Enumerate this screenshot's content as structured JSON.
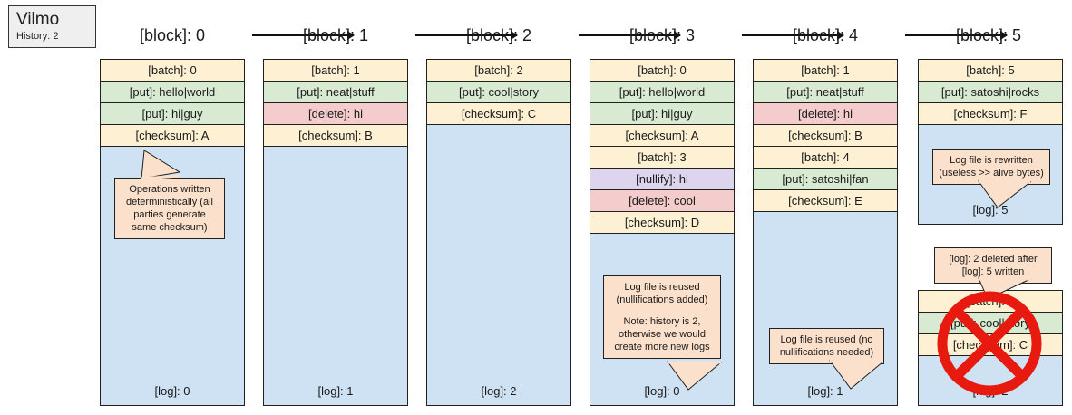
{
  "app": {
    "name": "Vilmo",
    "history_label": "History: 2"
  },
  "flow": {
    "blocks": [
      {
        "label": "[block]: 0"
      },
      {
        "label": "[block]: 1"
      },
      {
        "label": "[block]: 2"
      },
      {
        "label": "[block]: 3"
      },
      {
        "label": "[block]: 4"
      },
      {
        "label": "[block]: 5"
      }
    ]
  },
  "columns": [
    {
      "block": "[block]: 0",
      "log_label": "[log]: 0",
      "rows": [
        {
          "kind": "batch",
          "text": "[batch]: 0"
        },
        {
          "kind": "put",
          "text": "[put]: hello|world"
        },
        {
          "kind": "put",
          "text": "[put]: hi|guy"
        },
        {
          "kind": "checksum",
          "text": "[checksum]: A"
        }
      ],
      "callout": {
        "lines": [
          "Operations written deterministically (all parties generate same checksum)"
        ]
      }
    },
    {
      "block": "[block]: 1",
      "log_label": "[log]: 1",
      "rows": [
        {
          "kind": "batch",
          "text": "[batch]: 1"
        },
        {
          "kind": "put",
          "text": "[put]: neat|stuff"
        },
        {
          "kind": "delete",
          "text": "[delete]: hi"
        },
        {
          "kind": "checksum",
          "text": "[checksum]: B"
        }
      ],
      "callout": null
    },
    {
      "block": "[block]: 2",
      "log_label": "[log]: 2",
      "rows": [
        {
          "kind": "batch",
          "text": "[batch]: 2"
        },
        {
          "kind": "put",
          "text": "[put]: cool|story"
        },
        {
          "kind": "checksum",
          "text": "[checksum]: C"
        }
      ],
      "callout": null
    },
    {
      "block": "[block]: 3",
      "log_label": "[log]: 0",
      "rows": [
        {
          "kind": "batch",
          "text": "[batch]: 0"
        },
        {
          "kind": "put",
          "text": "[put]: hello|world"
        },
        {
          "kind": "put",
          "text": "[put]: hi|guy"
        },
        {
          "kind": "checksum",
          "text": "[checksum]: A"
        },
        {
          "kind": "batch",
          "text": "[batch]: 3"
        },
        {
          "kind": "nullify",
          "text": "[nullify]: hi"
        },
        {
          "kind": "delete",
          "text": "[delete]: cool"
        },
        {
          "kind": "checksum",
          "text": "[checksum]: D"
        }
      ],
      "callout": {
        "lines": [
          "Log file is reused (nullifications added)",
          "Note: history is 2, otherwise we would create more new logs"
        ]
      }
    },
    {
      "block": "[block]: 4",
      "log_label": "[log]: 1",
      "rows": [
        {
          "kind": "batch",
          "text": "[batch]: 1"
        },
        {
          "kind": "put",
          "text": "[put]: neat|stuff"
        },
        {
          "kind": "delete",
          "text": "[delete]: hi"
        },
        {
          "kind": "checksum",
          "text": "[checksum]: B"
        },
        {
          "kind": "batch",
          "text": "[batch]: 4"
        },
        {
          "kind": "put",
          "text": "[put]: satoshi|fan"
        },
        {
          "kind": "checksum",
          "text": "[checksum]: E"
        }
      ],
      "callout": {
        "lines": [
          "Log file is reused (no nullifications needed)"
        ]
      }
    },
    {
      "block": "[block]: 5",
      "log_label": "[log]: 5",
      "rows": [
        {
          "kind": "batch",
          "text": "[batch]: 5"
        },
        {
          "kind": "put",
          "text": "[put]: satoshi|rocks"
        },
        {
          "kind": "checksum",
          "text": "[checksum]: F"
        }
      ],
      "callout": {
        "lines": [
          "Log file is rewritten (useless >> alive bytes)"
        ]
      }
    }
  ],
  "deleted_log": {
    "log_label": "[log]: 2",
    "rows": [
      {
        "kind": "batch",
        "text": "[batch]: 2"
      },
      {
        "kind": "put",
        "text": "[put]: cool|story"
      },
      {
        "kind": "checksum",
        "text": "[checksum]: C"
      }
    ],
    "callout": {
      "lines": [
        "[log]: 2 deleted after [log]: 5 written"
      ]
    },
    "strike_icon": "prohibited-icon"
  },
  "colors": {
    "batch": "#fdf0d3",
    "put": "#d9ead3",
    "delete": "#f4cccc",
    "nullify": "#ddd5ee",
    "log_background": "#cfe2f3",
    "callout": "#fbe0cb",
    "strike": "#e8190f",
    "border": "#20201f"
  }
}
